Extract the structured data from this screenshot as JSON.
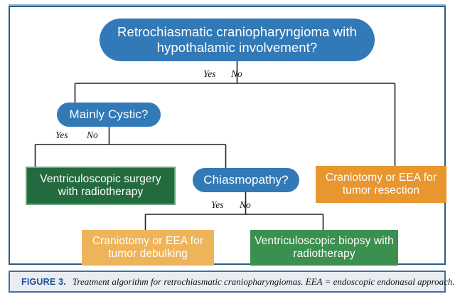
{
  "figure": {
    "number_label": "FIGURE 3.",
    "caption": "Treatment algorithm for retrochiasmatic craniopharyngiomas. EEA = endoscopic endonasal approach."
  },
  "colors": {
    "decision_blue": "#3279b7",
    "dark_green": "#236b3f",
    "medium_green": "#3b8f4f",
    "dark_orange": "#e8962e",
    "light_orange": "#eeb45a",
    "frame_blue": "#2f5d86",
    "caption_accent": "#1b4f9c",
    "connector_line": "#222222"
  },
  "flowchart": {
    "type": "decision-tree",
    "nodes": [
      {
        "id": "root",
        "kind": "decision",
        "label": "Retrochiasmatic craniopharyngioma with hypothalamic involvement?"
      },
      {
        "id": "cystic",
        "kind": "decision",
        "label": "Mainly Cystic?"
      },
      {
        "id": "chiasmopathy",
        "kind": "decision",
        "label": "Chiasmopathy?"
      },
      {
        "id": "vent-surgery",
        "kind": "action",
        "label": "Ventriculoscopic surgery with radiotherapy"
      },
      {
        "id": "craniotomy-resection",
        "kind": "action",
        "label": "Craniotomy or EEA for tumor resection"
      },
      {
        "id": "craniotomy-debulking",
        "kind": "action",
        "label": "Craniotomy or EEA for tumor debulking"
      },
      {
        "id": "vent-biopsy",
        "kind": "action",
        "label": "Ventriculoscopic biopsy with radiotherapy"
      }
    ],
    "edges": [
      {
        "from": "root",
        "to": "cystic",
        "label": "Yes"
      },
      {
        "from": "root",
        "to": "craniotomy-resection",
        "label": "No"
      },
      {
        "from": "cystic",
        "to": "vent-surgery",
        "label": "Yes"
      },
      {
        "from": "cystic",
        "to": "chiasmopathy",
        "label": "No"
      },
      {
        "from": "chiasmopathy",
        "to": "craniotomy-debulking",
        "label": "Yes"
      },
      {
        "from": "chiasmopathy",
        "to": "vent-biopsy",
        "label": "No"
      }
    ],
    "edge_labels": {
      "yes_1": "Yes",
      "no_1": "No",
      "yes_2": "Yes",
      "no_2": "No",
      "yes_3": "Yes",
      "no_3": "No"
    }
  }
}
